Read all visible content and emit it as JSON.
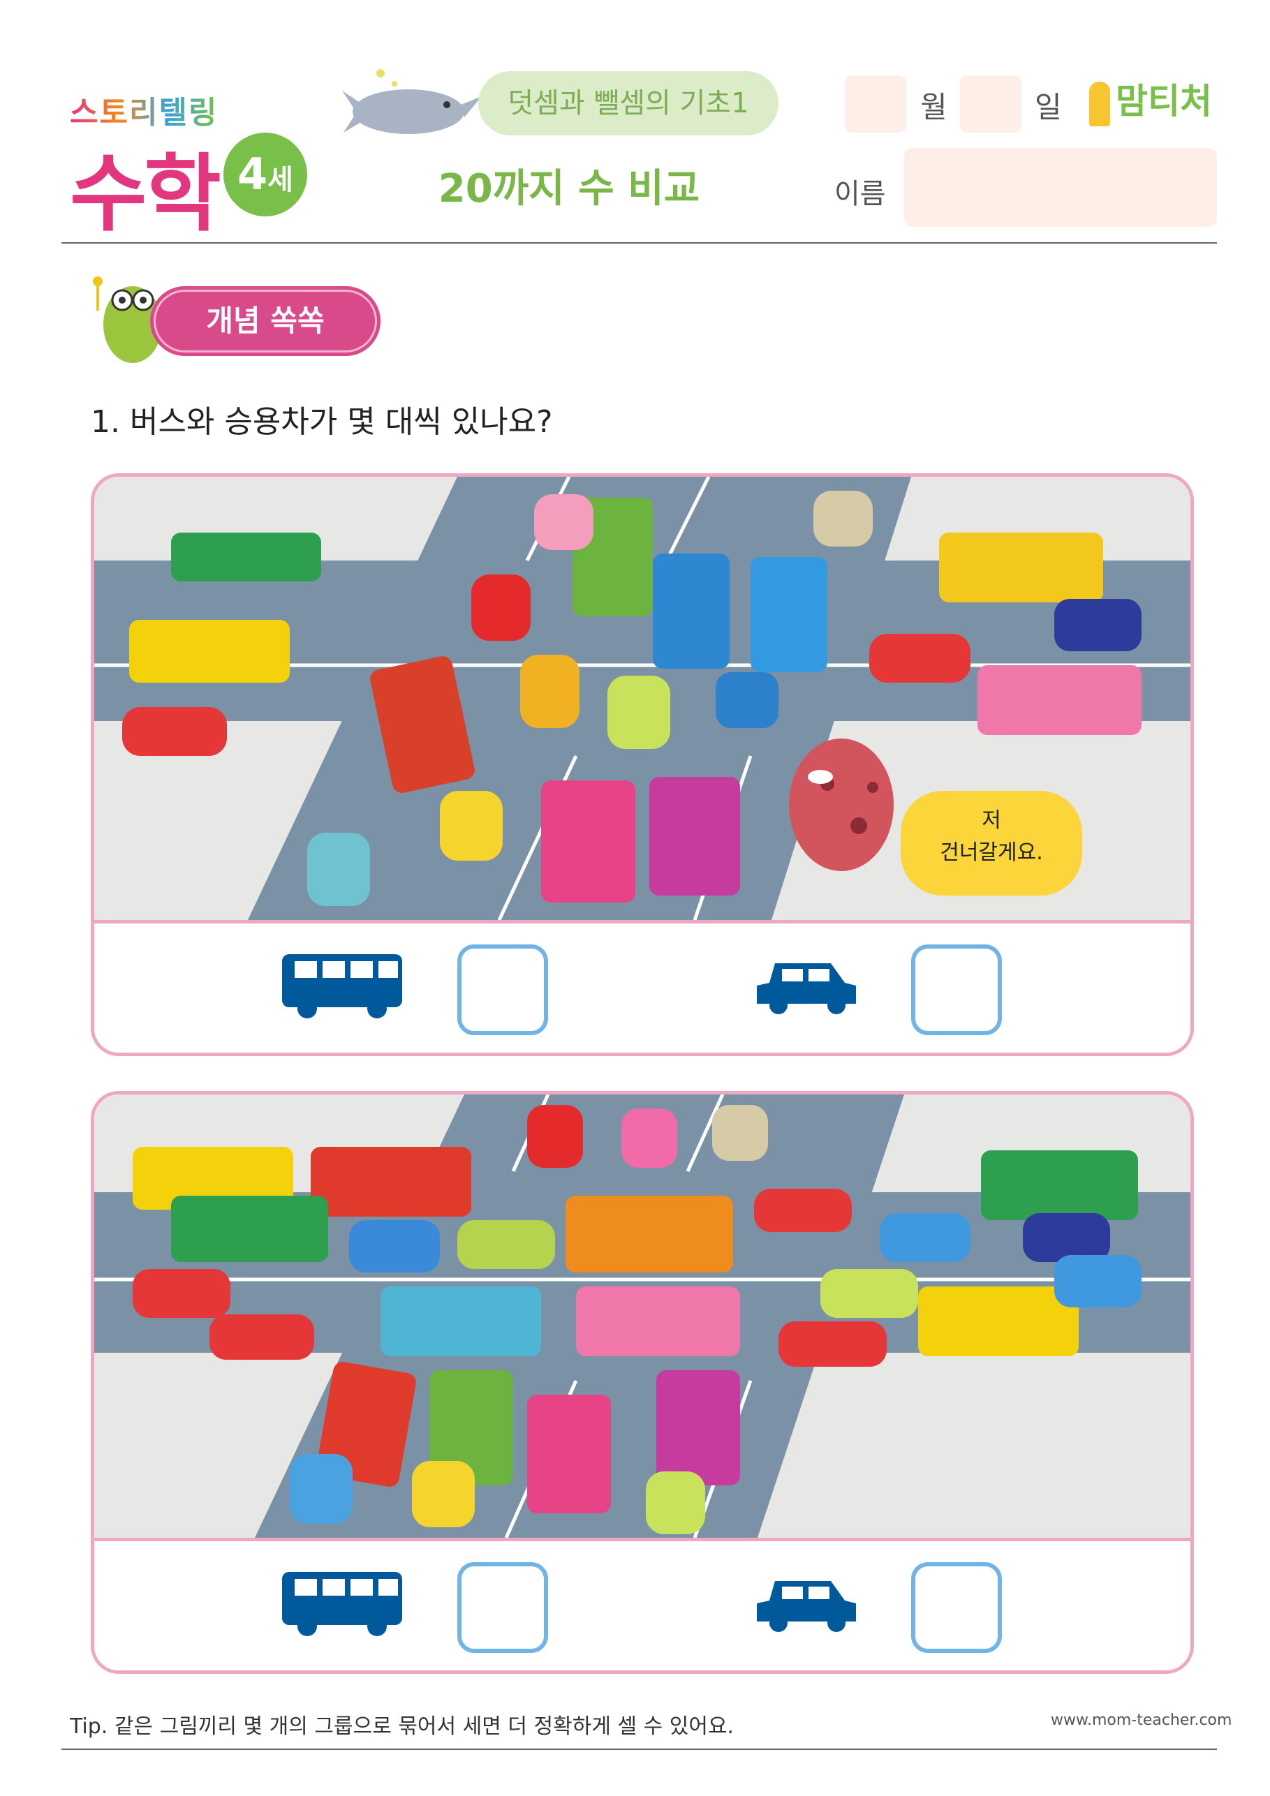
{
  "header": {
    "brand_line1": "스토리텔링",
    "brand_line2": "수학",
    "age_number": "4",
    "age_unit": "세",
    "topic": "덧셈과 뺄셈의 기초1",
    "title": "20까지 수 비교",
    "month_label": "월",
    "day_label": "일",
    "name_label": "이름",
    "logo_text": "맘티처"
  },
  "section": {
    "label": "개념 쏙쏙"
  },
  "question": "1. 버스와 승용차가 몇 대씩 있나요?",
  "scene1": {
    "speech_line1": "저",
    "speech_line2": "건너갈게요."
  },
  "footer": {
    "tip": "Tip. 같은 그림끼리 몇 개의 그룹으로 묶어서 세면 더 정확하게 셀 수 있어요.",
    "url": "www.mom-teacher.com"
  },
  "colors": {
    "pink_frame": "#f0a7c1",
    "answer_box": "#73b4e6",
    "silhouette": "#00599a",
    "title_green": "#7ab648"
  }
}
